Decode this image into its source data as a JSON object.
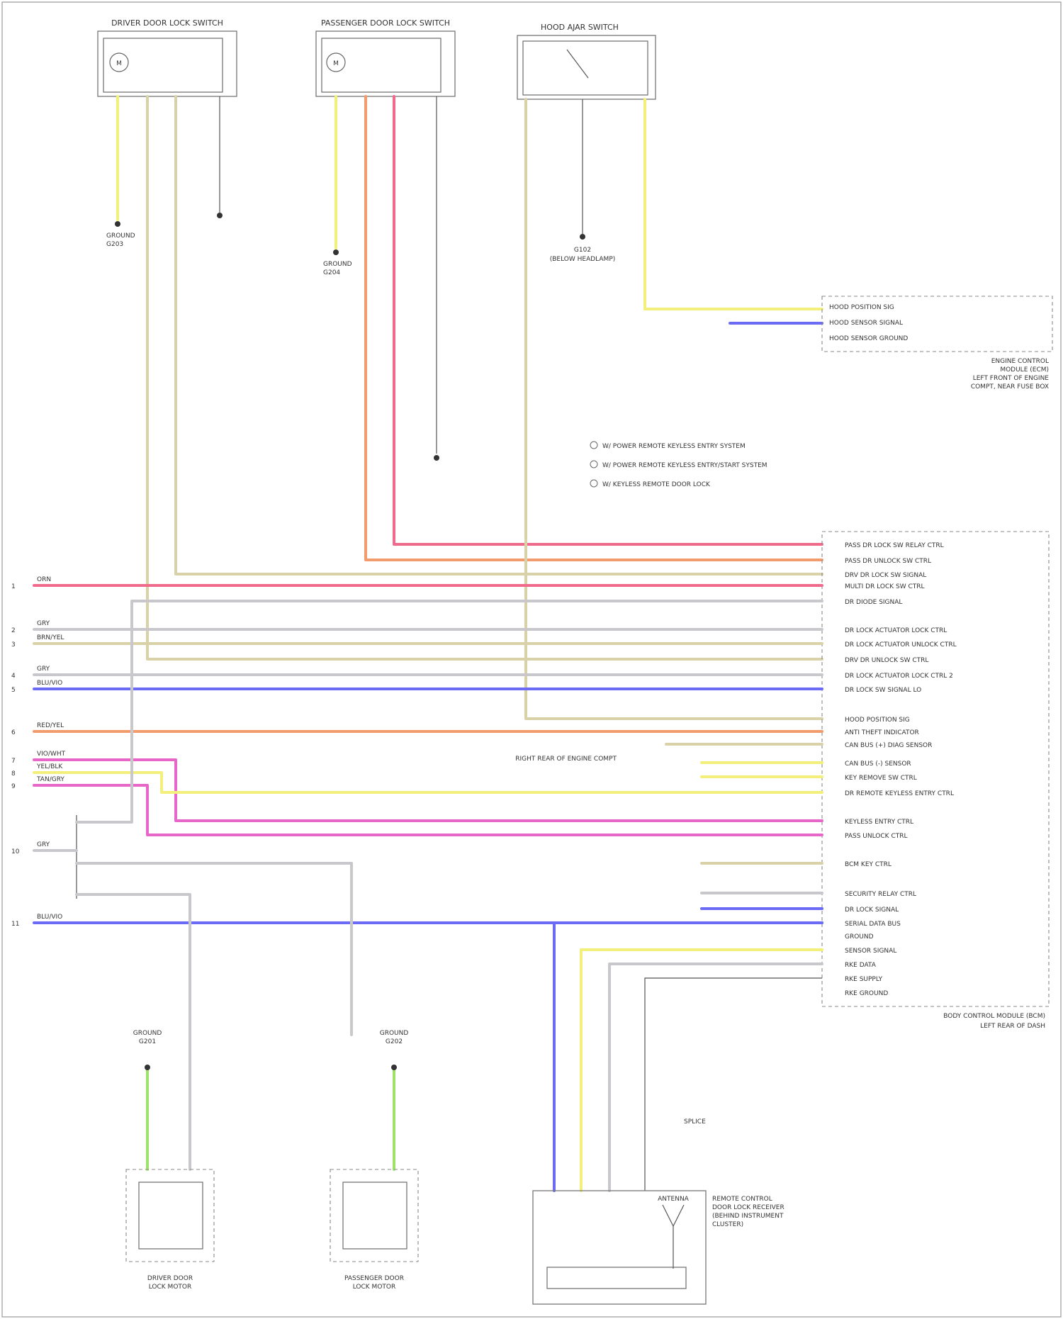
{
  "diagram": {
    "title": "",
    "footer": "",
    "components": {
      "driver_door_lock_switch": "DRIVER DOOR LOCK SWITCH",
      "passenger_door_lock_switch": "PASSENGER DOOR LOCK SWITCH",
      "hood_ajar_switch": "HOOD AJAR SWITCH",
      "engine_module": [
        "ENGINE CONTROL",
        "MODULE (ECM)",
        "LEFT FRONT OF ENGINE",
        "COMPT, NEAR FUSE BOX"
      ],
      "body_module": [
        "BODY CONTROL MODULE (BCM)",
        "LEFT REAR OF DASH"
      ],
      "driver_motor": [
        "DRIVER DOOR",
        "LOCK MOTOR"
      ],
      "passenger_motor": [
        "PASSENGER DOOR",
        "LOCK MOTOR"
      ],
      "radio_receiver": [
        "REMOTE CONTROL",
        "DOOR LOCK RECEIVER",
        "(BEHIND INSTRUMENT",
        "CLUSTER)"
      ]
    },
    "legend": [
      "W/ POWER REMOTE KEYLESS ENTRY SYSTEM",
      "W/ POWER REMOTE KEYLESS ENTRY/START SYSTEM",
      "W/ KEYLESS REMOTE DOOR LOCK"
    ],
    "left_inputs": [
      {
        "num": "1",
        "color_code": "ORN"
      },
      {
        "num": "2",
        "color_code": "GRY"
      },
      {
        "num": "3",
        "color_code": "BRN/YEL"
      },
      {
        "num": "4",
        "color_code": "GRY"
      },
      {
        "num": "5",
        "color_code": "BLU/VIO"
      },
      {
        "num": "6",
        "color_code": "RED/YEL"
      },
      {
        "num": "7",
        "color_code": "VIO/WHT"
      },
      {
        "num": "8",
        "color_code": "YEL/BLK"
      },
      {
        "num": "9",
        "color_code": "TAN/GRY"
      },
      {
        "num": "10",
        "color_code": "GRY"
      },
      {
        "num": "11",
        "color_code": "BLU/VIO"
      }
    ],
    "bcm_pins": [
      "PASS DR LOCK SW RELAY CTRL",
      "PASS DR UNLOCK SW CTRL",
      "DRV DR LOCK SW SIGNAL",
      "MULTI DR LOCK SW CTRL",
      "DR DIODE SIGNAL",
      "DR LOCK ACTUATOR LOCK CTRL",
      "DR LOCK ACTUATOR UNLOCK CTRL",
      "DRV DR UNLOCK SW CTRL",
      "DR LOCK ACTUATOR LOCK CTRL 2",
      "DR LOCK SW SIGNAL LO",
      "HOOD POSITION SIG",
      "ANTI THEFT INDICATOR",
      "CAN BUS (+) DIAG SENSOR",
      "CAN BUS (-) SENSOR",
      "KEY REMOVE SW CTRL",
      "DR REMOTE KEYLESS ENTRY CTRL",
      "KEYLESS ENTRY CTRL",
      "PASS UNLOCK CTRL",
      "BCM KEY CTRL",
      "SECURITY RELAY CTRL",
      "DR LOCK SIGNAL",
      "SERIAL DATA BUS",
      "GROUND",
      "SENSOR SIGNAL",
      "RKE DATA",
      "RKE SUPPLY",
      "RKE GROUND"
    ],
    "ecm_pins": [
      "HOOD POSITION SIG",
      "HOOD SENSOR SIGNAL",
      "HOOD SENSOR GROUND"
    ],
    "ground_labels": {
      "driver_switch": [
        "GROUND",
        "G203"
      ],
      "passenger_switch": [
        "GROUND",
        "G204"
      ],
      "hood_switch": [
        "G102",
        "(BELOW HEADLAMP)"
      ],
      "driver_motor": [
        "GROUND",
        "G201"
      ],
      "passenger_motor": [
        "GROUND",
        "G202"
      ],
      "radio": [
        "ANTENNA"
      ]
    },
    "annotations": [
      "ANTENNA",
      "RIGHT REAR OF ENGINE COMPT",
      "SPLICE"
    ],
    "colors": {
      "background": "#ffffff",
      "red": "#f06a8c",
      "yellow": "#f2f07a",
      "blue": "#6b6bf5",
      "orange": "#f29c6e",
      "magenta": "#e667c8",
      "green": "#9ee26a",
      "gray": "#c8c8cc",
      "tan": "#d9d2a8"
    }
  }
}
